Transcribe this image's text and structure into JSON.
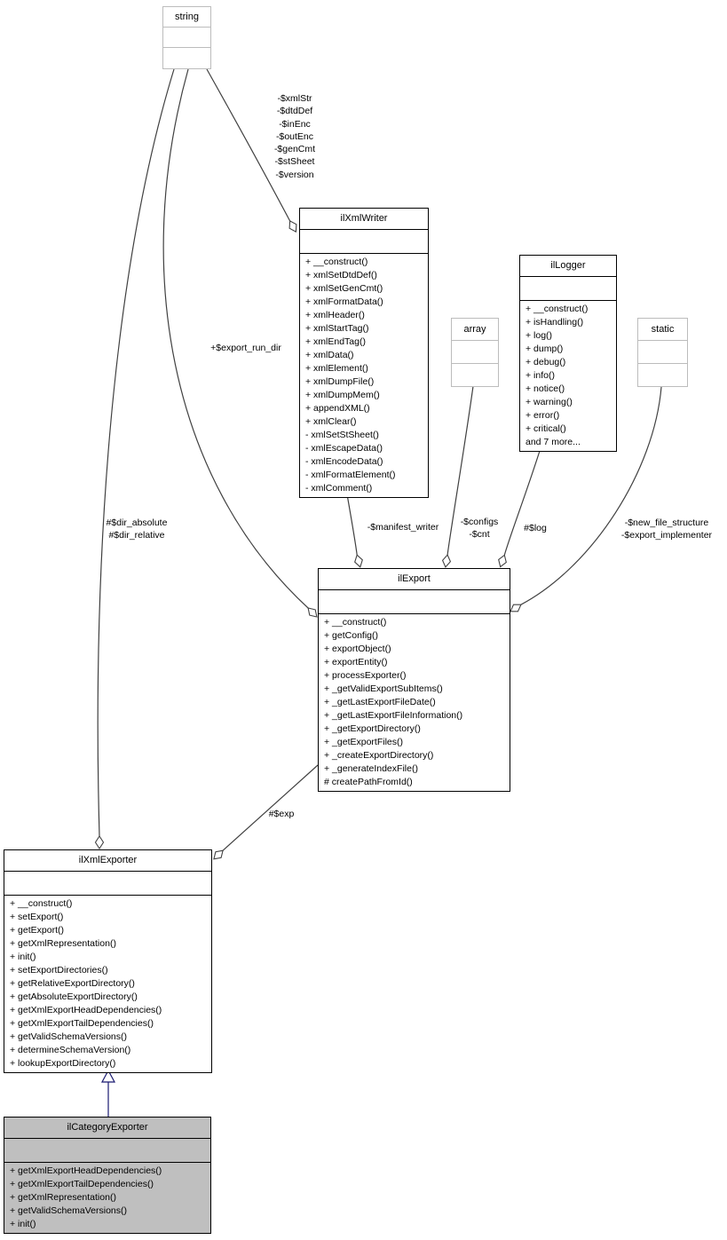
{
  "classes": {
    "string": {
      "title": "string",
      "methods": []
    },
    "ilXmlWriter": {
      "title": "ilXmlWriter",
      "methods": [
        "+ __construct()",
        "+ xmlSetDtdDef()",
        "+ xmlSetGenCmt()",
        "+ xmlFormatData()",
        "+ xmlHeader()",
        "+ xmlStartTag()",
        "+ xmlEndTag()",
        "+ xmlData()",
        "+ xmlElement()",
        "+ xmlDumpFile()",
        "+ xmlDumpMem()",
        "+ appendXML()",
        "+ xmlClear()",
        "- xmlSetStSheet()",
        "- xmlEscapeData()",
        "- xmlEncodeData()",
        "- xmlFormatElement()",
        "- xmlComment()"
      ]
    },
    "array": {
      "title": "array",
      "methods": []
    },
    "ilLogger": {
      "title": "ilLogger",
      "methods": [
        "+ __construct()",
        "+ isHandling()",
        "+ log()",
        "+ dump()",
        "+ debug()",
        "+ info()",
        "+ notice()",
        "+ warning()",
        "+ error()",
        "+ critical()",
        "and 7 more..."
      ]
    },
    "static": {
      "title": "static",
      "methods": []
    },
    "ilExport": {
      "title": "ilExport",
      "methods": [
        "+ __construct()",
        "+ getConfig()",
        "+ exportObject()",
        "+ exportEntity()",
        "+ processExporter()",
        "+ _getValidExportSubItems()",
        "+ _getLastExportFileDate()",
        "+ _getLastExportFileInformation()",
        "+ _getExportDirectory()",
        "+ _getExportFiles()",
        "+ _createExportDirectory()",
        "+ _generateIndexFile()",
        "# createPathFromId()"
      ]
    },
    "ilXmlExporter": {
      "title": "ilXmlExporter",
      "methods": [
        "+ __construct()",
        "+ setExport()",
        "+ getExport()",
        "+ getXmlRepresentation()",
        "+ init()",
        "+ setExportDirectories()",
        "+ getRelativeExportDirectory()",
        "+ getAbsoluteExportDirectory()",
        "+ getXmlExportHeadDependencies()",
        "+ getXmlExportTailDependencies()",
        "+ getValidSchemaVersions()",
        "+ determineSchemaVersion()",
        "+ lookupExportDirectory()"
      ]
    },
    "ilCategoryExporter": {
      "title": "ilCategoryExporter",
      "methods": [
        "+ getXmlExportHeadDependencies()",
        "+ getXmlExportTailDependencies()",
        "+ getXmlRepresentation()",
        "+ getValidSchemaVersions()",
        "+ init()"
      ]
    }
  },
  "edge_labels": {
    "writer_members": "-$xmlStr\n-$dtdDef\n-$inEnc\n-$outEnc\n-$genCmt\n-$stSheet\n-$version",
    "export_run_dir": "+$export_run_dir",
    "dir_members": "#$dir_absolute\n#$dir_relative",
    "manifest_writer": "-$manifest_writer",
    "configs": "-$configs\n-$cnt",
    "log": "#$log",
    "static_members": "-$new_file_structure\n-$export_implementer",
    "exp": "#$exp"
  },
  "colors": {
    "edge": "#404040",
    "inheritance": "#191970",
    "highlight_fill": "#bfbfbf",
    "external_border": "#bcbcbc"
  }
}
